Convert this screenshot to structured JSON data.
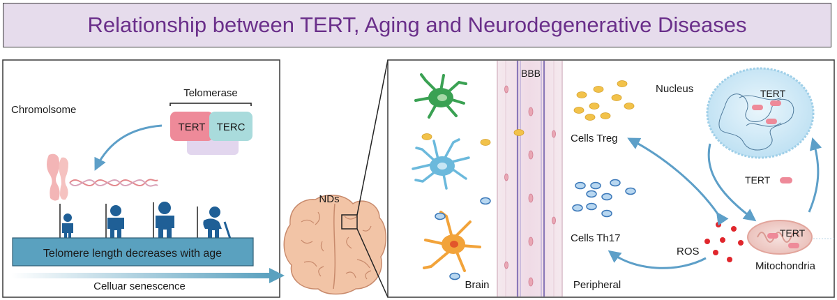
{
  "title": "Relationship between TERT, Aging and Neurodegenerative Diseases",
  "left_panel": {
    "chromosome_label": "Chromolsome",
    "telomerase_label": "Telomerase",
    "tert_label": "TERT",
    "terc_label": "TERC",
    "telomere_bar_text": "Telomere length decreases with age",
    "senescence_label": "Celluar senescence"
  },
  "brain": {
    "nds_label": "NDs"
  },
  "right_panel": {
    "bbb_label": "BBB",
    "brain_label": "Brain",
    "peripheral_label": "Peripheral",
    "treg_label": "Cells Treg",
    "th17_label": "Cells Th17",
    "nucleus_label": "Nucleus",
    "nucleus_tert": "TERT",
    "free_tert": "TERT",
    "mito_tert": "TERT",
    "ros_label": "ROS",
    "mito_label": "Mitochondria"
  },
  "colors": {
    "title_bg": "#e6dcec",
    "title_text": "#6a2f8a",
    "telomere_bar": "#5aa1bf",
    "tert_box": "#ee8a99",
    "terc_box": "#a9dbdc",
    "arrow_blue": "#5d9fc8",
    "figure_blue": "#1f5f96",
    "ros_red": "#e0262c",
    "treg_yellow": "#f2c24a"
  }
}
